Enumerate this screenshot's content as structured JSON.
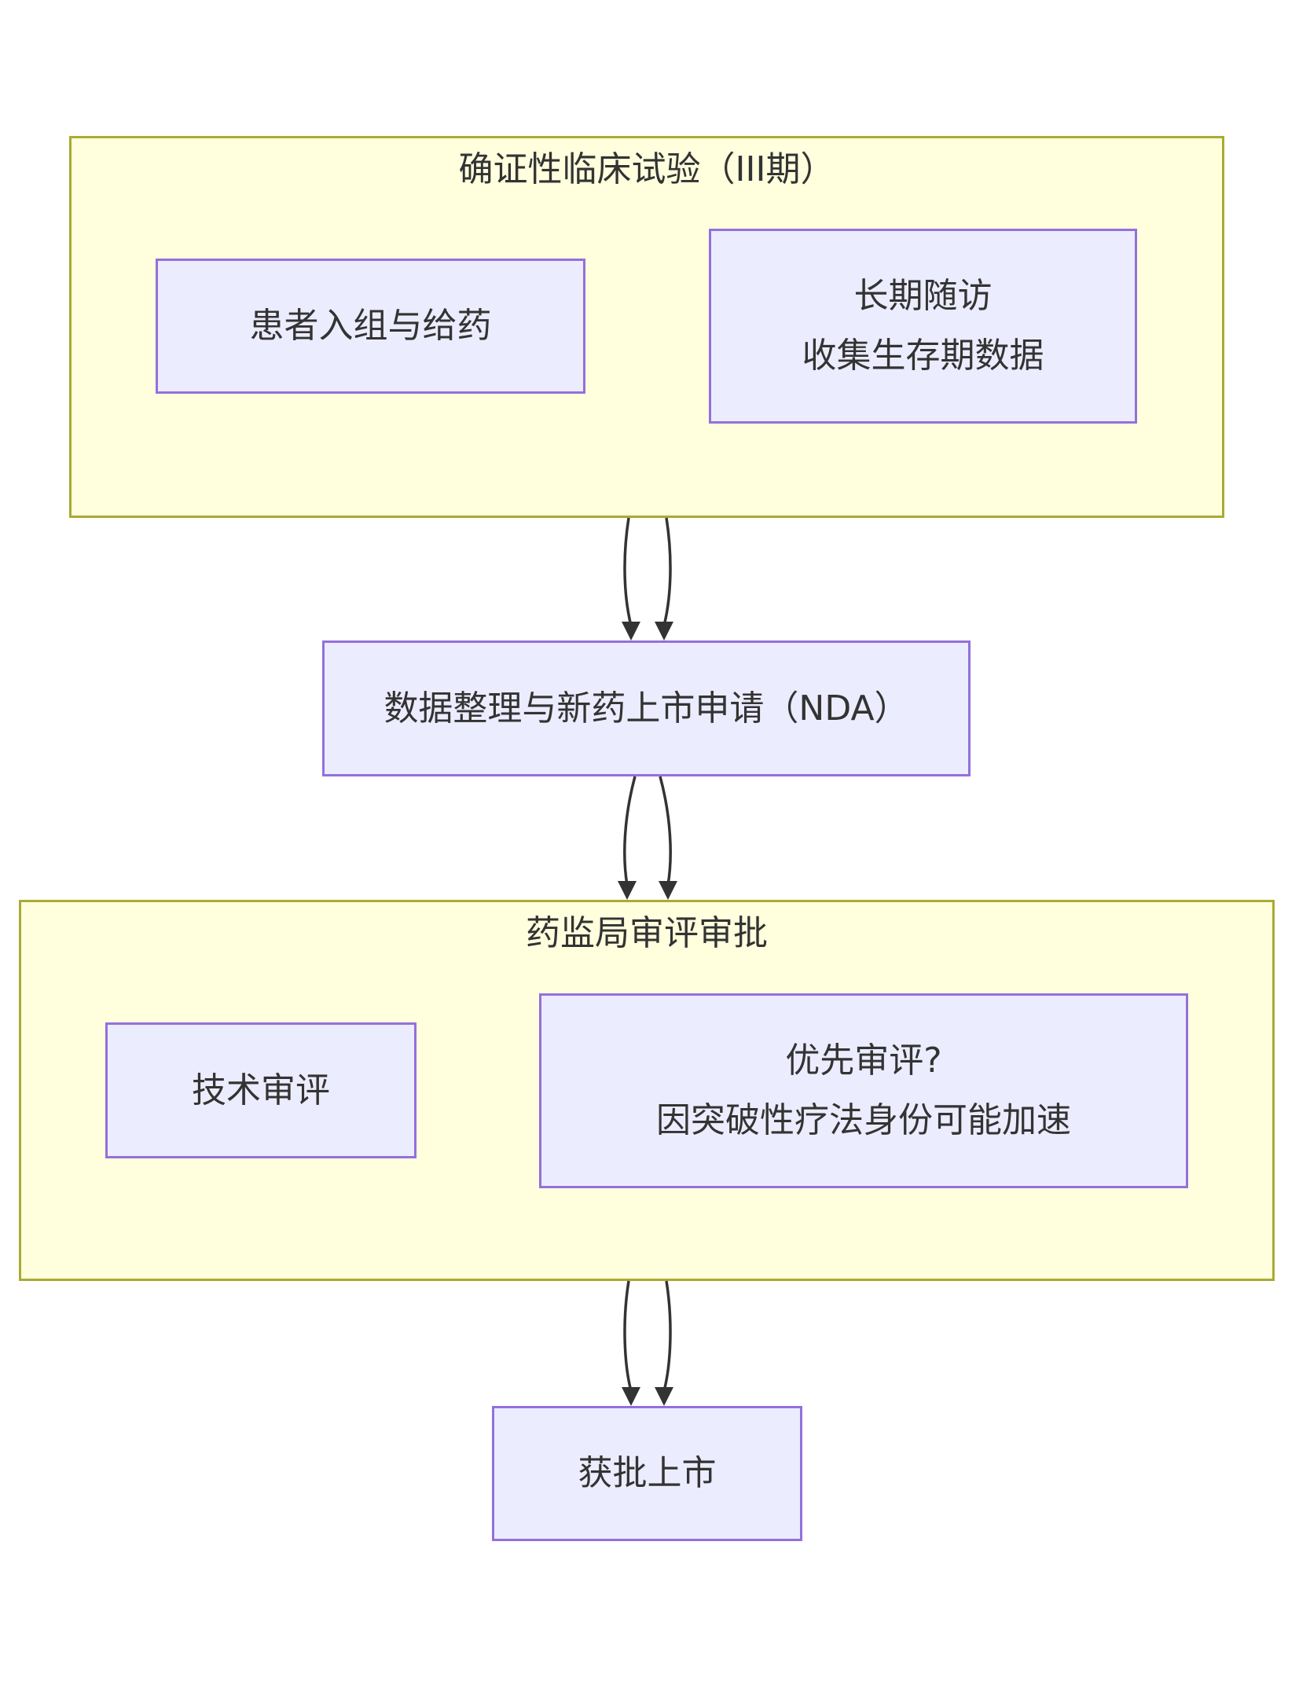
{
  "clusters": {
    "phase3": {
      "title": "确证性临床试验（III期）"
    },
    "review": {
      "title": "药监局审评审批"
    }
  },
  "nodes": {
    "enroll": {
      "lines": [
        "患者入组与给药"
      ]
    },
    "followup": {
      "lines": [
        "长期随访",
        "收集生存期数据"
      ]
    },
    "nda": {
      "lines": [
        "数据整理与新药上市申请（NDA）"
      ]
    },
    "tech_review": {
      "lines": [
        "技术审评"
      ]
    },
    "priority": {
      "lines": [
        "优先审评?",
        "因突破性疗法身份可能加速"
      ]
    },
    "approved": {
      "lines": [
        "获批上市"
      ]
    }
  },
  "edges": [
    {
      "from": "phase3",
      "to": "nda"
    },
    {
      "from": "phase3",
      "to": "nda"
    },
    {
      "from": "nda",
      "to": "review"
    },
    {
      "from": "nda",
      "to": "review"
    },
    {
      "from": "review",
      "to": "approved"
    },
    {
      "from": "review",
      "to": "approved"
    }
  ],
  "colors": {
    "cluster_fill": "#ffffde",
    "cluster_border": "#aaaa33",
    "node_fill": "#ececff",
    "node_border": "#9370db",
    "edge": "#333333",
    "text": "#333333"
  }
}
